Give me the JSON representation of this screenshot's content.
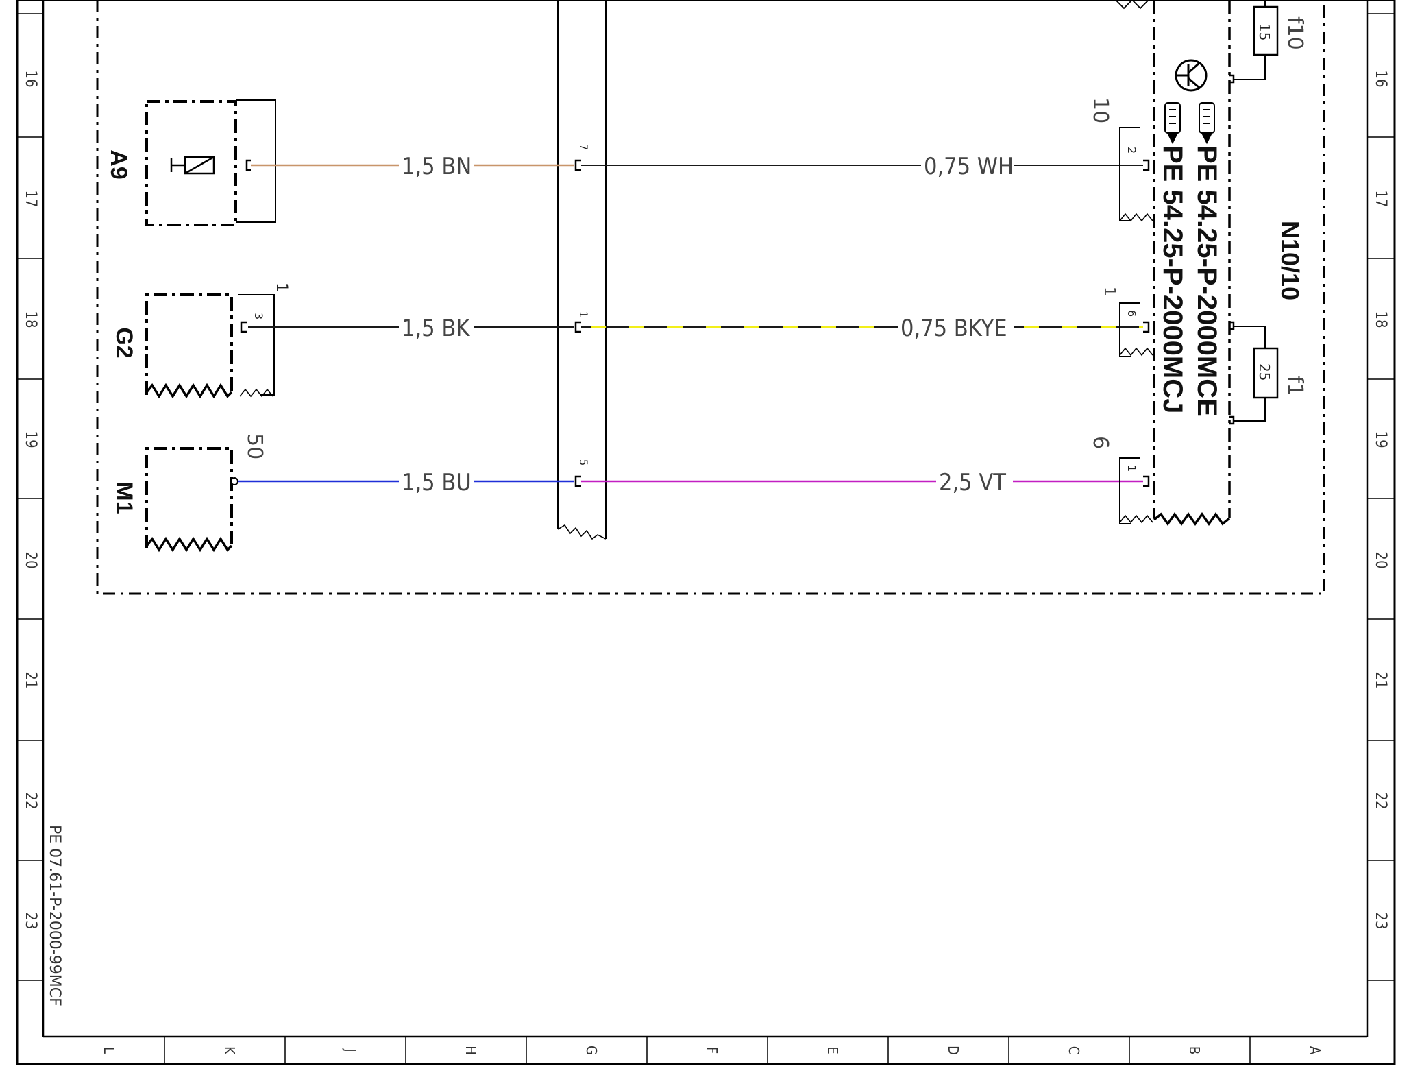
{
  "diagram": {
    "components": {
      "a9": "A9",
      "g2": "G2",
      "m1": "M1",
      "n10": "N10/10"
    },
    "pins": {
      "g2_pin": "3",
      "g2_ref": "1",
      "m1_ref": "50",
      "conn_a9": "7",
      "conn_g2": "1",
      "conn_m1": "5",
      "n10_a9_pin": "2",
      "n10_a9_ref": "10",
      "n10_g2_pin": "6",
      "n10_g2_ref": "1",
      "n10_m1_pin": "1",
      "n10_m1_ref": "6"
    },
    "wires": {
      "a9_left": "1,5 BN",
      "a9_right": "0,75 WH",
      "g2_left": "1,5 BK",
      "g2_right": "0,75 BKYE",
      "m1_left": "1,5 BU",
      "m1_right": "2,5 VT"
    },
    "fuses": {
      "f10_label": "f10",
      "f10_value": "15",
      "f1_label": "f1",
      "f1_value": "25"
    },
    "references": {
      "ref_mce": "PE 54.25-P-2000MCE",
      "ref_mcj": "PE 54.25-P-2000MCJ",
      "doc_ref": "PE 07.61-P-2000-99MCF"
    },
    "grid_rows": [
      "16",
      "17",
      "18",
      "19",
      "20",
      "21",
      "22",
      "23"
    ],
    "grid_cols": [
      "L",
      "K",
      "J",
      "H",
      "G",
      "F",
      "E",
      "D",
      "C",
      "B",
      "A"
    ],
    "wire_colors": {
      "brown": "#c8956a",
      "black": "#1a1a1a",
      "yellow": "#f2ef1a",
      "blue": "#1f2fd8",
      "violet": "#c21fc2"
    }
  }
}
